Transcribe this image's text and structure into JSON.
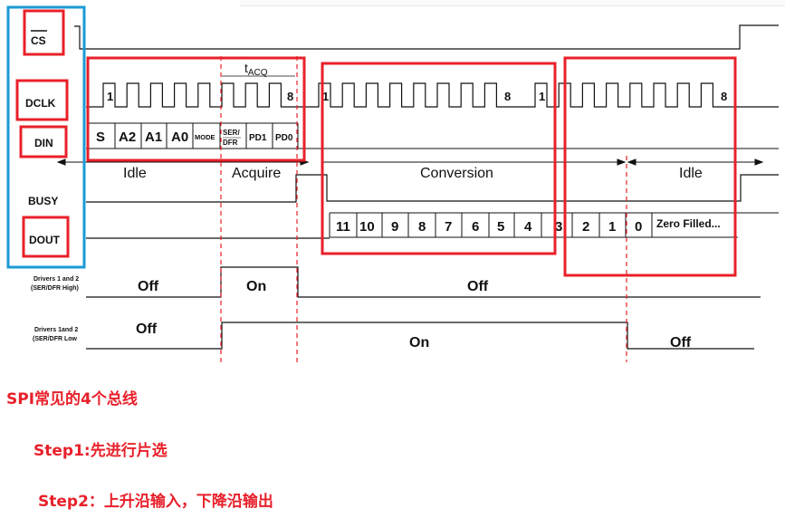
{
  "signals": {
    "cs": "CS",
    "dclk": "DCLK",
    "din": "DIN",
    "busy": "BUSY",
    "dout": "DOUT"
  },
  "timing": {
    "tacq_base": "t",
    "tacq_sub": "ACQ",
    "clock_marks": [
      "1",
      "8",
      "1",
      "8",
      "1",
      "8"
    ],
    "din_bits": [
      "S",
      "A2",
      "A1",
      "A0",
      "MODE",
      "SER/",
      "DFR",
      "PD1",
      "PD0"
    ],
    "phases": [
      "Idle",
      "Acquire",
      "Conversion",
      "Idle"
    ],
    "dout_bits": [
      "11",
      "10",
      "9",
      "8",
      "7",
      "6",
      "5",
      "4",
      "3",
      "2",
      "1",
      "0"
    ],
    "dout_tail": "Zero Filled..."
  },
  "drivers": {
    "high_label_line1": "Drivers 1 and 2",
    "high_label_line2": "(SER/DFR High)",
    "high_states": [
      "Off",
      "On",
      "Off"
    ],
    "low_label_line1": "Drivers 1and 2",
    "low_label_line2": "(SER/DFR Low",
    "low_states": [
      "Off",
      "On",
      "Off"
    ]
  },
  "notes": {
    "line1": "SPI常见的4个总线",
    "line2": "Step1:先进行片选",
    "line3": "Step2：上升沿输入，下降沿输出"
  },
  "colors": {
    "highlight_red": "#e8202a",
    "highlight_blue": "#1b9ad6",
    "trace": "#111111",
    "guide": "#e8202a"
  }
}
